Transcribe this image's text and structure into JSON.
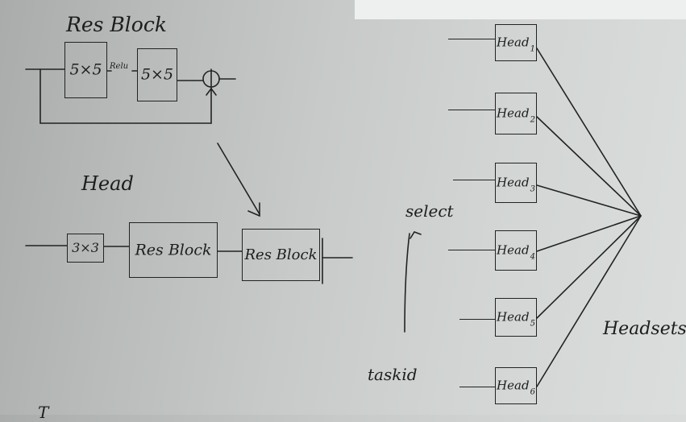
{
  "resblock": {
    "title": "Res Block",
    "conv1": "5×5",
    "relu": "Relu",
    "conv2": "5×5"
  },
  "head_diagram": {
    "title": "Head",
    "conv": "3×3",
    "block1": "Res Block",
    "block2": "Res Block"
  },
  "selector": {
    "select_label": "select",
    "taskid_label": "taskid"
  },
  "heads": [
    {
      "name": "Head",
      "index": "1"
    },
    {
      "name": "Head",
      "index": "2"
    },
    {
      "name": "Head",
      "index": "3"
    },
    {
      "name": "Head",
      "index": "4"
    },
    {
      "name": "Head",
      "index": "5"
    },
    {
      "name": "Head",
      "index": "6"
    }
  ],
  "headsets_label": "Headsets",
  "bottom_fragment": "T"
}
